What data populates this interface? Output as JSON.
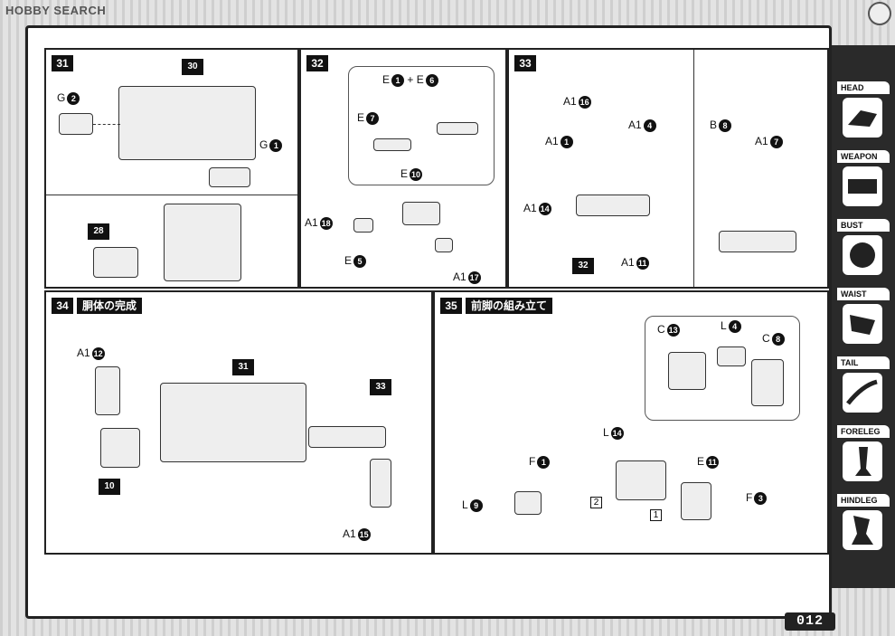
{
  "header": {
    "watermark": "HOBBY SEARCH",
    "page_number": "012"
  },
  "steps": {
    "s31": {
      "num": "31",
      "parts": {
        "p30": "30",
        "g2": "G",
        "g2n": "2",
        "g1": "G",
        "g1n": "1",
        "p28": "28"
      }
    },
    "s32": {
      "num": "32",
      "parts": {
        "e1e6": "E",
        "e1n": "1",
        "plus": "+ E",
        "e6n": "6",
        "e7": "E",
        "e7n": "7",
        "e10": "E",
        "e10n": "10",
        "a18": "A1",
        "a18n": "18",
        "e5": "E",
        "e5n": "5",
        "a17": "A1",
        "a17n": "17"
      }
    },
    "s33": {
      "num": "33",
      "parts": {
        "a16": "A1",
        "a16n": "16",
        "a4": "A1",
        "a4n": "4",
        "a1": "A1",
        "a1n": "1",
        "a14": "A1",
        "a14n": "14",
        "p32": "32",
        "a11": "A1",
        "a11n": "11",
        "b8": "B",
        "b8n": "8",
        "a7": "A1",
        "a7n": "7"
      }
    },
    "s34": {
      "num": "34",
      "title": "胴体の完成",
      "parts": {
        "a12": "A1",
        "a12n": "12",
        "p31": "31",
        "p33": "33",
        "p10": "10",
        "a15": "A1",
        "a15n": "15"
      }
    },
    "s35": {
      "num": "35",
      "title": "前脚の組み立て",
      "parts": {
        "c13": "C",
        "c13n": "13",
        "l4": "L",
        "l4n": "4",
        "c8": "C",
        "c8n": "8",
        "l14": "L",
        "l14n": "14",
        "f1": "F",
        "f1n": "1",
        "e11": "E",
        "e11n": "11",
        "l9": "L",
        "l9n": "9",
        "f3": "F",
        "f3n": "3",
        "box2": "2",
        "box1": "1"
      }
    }
  },
  "sidebar": {
    "tabs": [
      {
        "label": "HEAD"
      },
      {
        "label": "WEAPON"
      },
      {
        "label": "BUST"
      },
      {
        "label": "WAIST"
      },
      {
        "label": "TAIL"
      },
      {
        "label": "FORELEG"
      },
      {
        "label": "HINDLEG"
      }
    ]
  }
}
